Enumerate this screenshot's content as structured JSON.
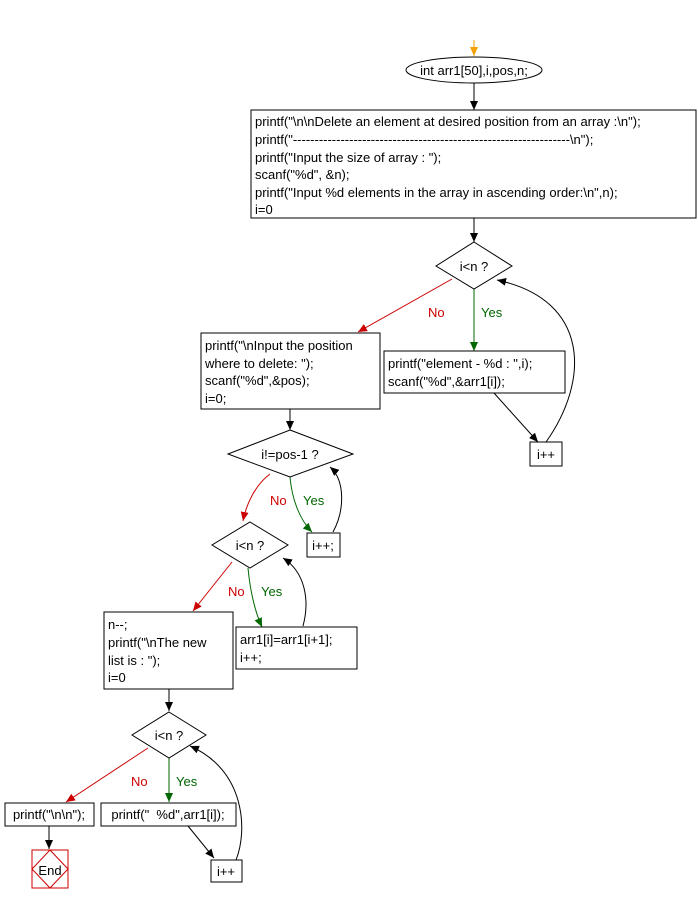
{
  "colors": {
    "line": "#000000",
    "no": "#cc0000",
    "yes": "#006600",
    "start": "#f5a000",
    "end": "#cc0000"
  },
  "nodes": {
    "start": {
      "text": "int arr1[50],i,pos,n;"
    },
    "init": {
      "lines": [
        "printf(\"\\n\\nDelete an element at desired position from an array :\\n\");",
        "printf(\"----------------------------------------------------------------\\n\");",
        "printf(\"Input the size of array : \");",
        "scanf(\"%d\", &n);",
        "printf(\"Input %d elements in the array in ascending order:\\n\",n);",
        "i=0"
      ]
    },
    "cond1": {
      "text": "i<n ?"
    },
    "read_elem": {
      "lines": [
        "printf(\"element - %d : \",i);",
        "scanf(\"%d\",&arr1[i]);"
      ]
    },
    "inc1": {
      "text": "i++"
    },
    "ask_pos": {
      "lines": [
        "printf(\"\\nInput the position",
        "where to delete: \");",
        "scanf(\"%d\",&pos);",
        "i=0;"
      ]
    },
    "cond2": {
      "text": "i!=pos-1 ?"
    },
    "inc2": {
      "text": "i++;"
    },
    "cond3": {
      "text": "i<n ?"
    },
    "shift": {
      "lines": [
        "arr1[i]=arr1[i+1];",
        "i++;"
      ]
    },
    "newlist": {
      "lines": [
        "n--;",
        "printf(\"\\nThe new",
        "list is : \");",
        "i=0"
      ]
    },
    "cond4": {
      "text": "i<n ?"
    },
    "print_nl": {
      "text": "printf(\"\\n\\n\");"
    },
    "print_elem": {
      "text": "printf(\"  %d\",arr1[i]);"
    },
    "inc4": {
      "text": "i++"
    },
    "end": {
      "text": "End"
    }
  },
  "edge_labels": {
    "no": "No",
    "yes": "Yes"
  }
}
